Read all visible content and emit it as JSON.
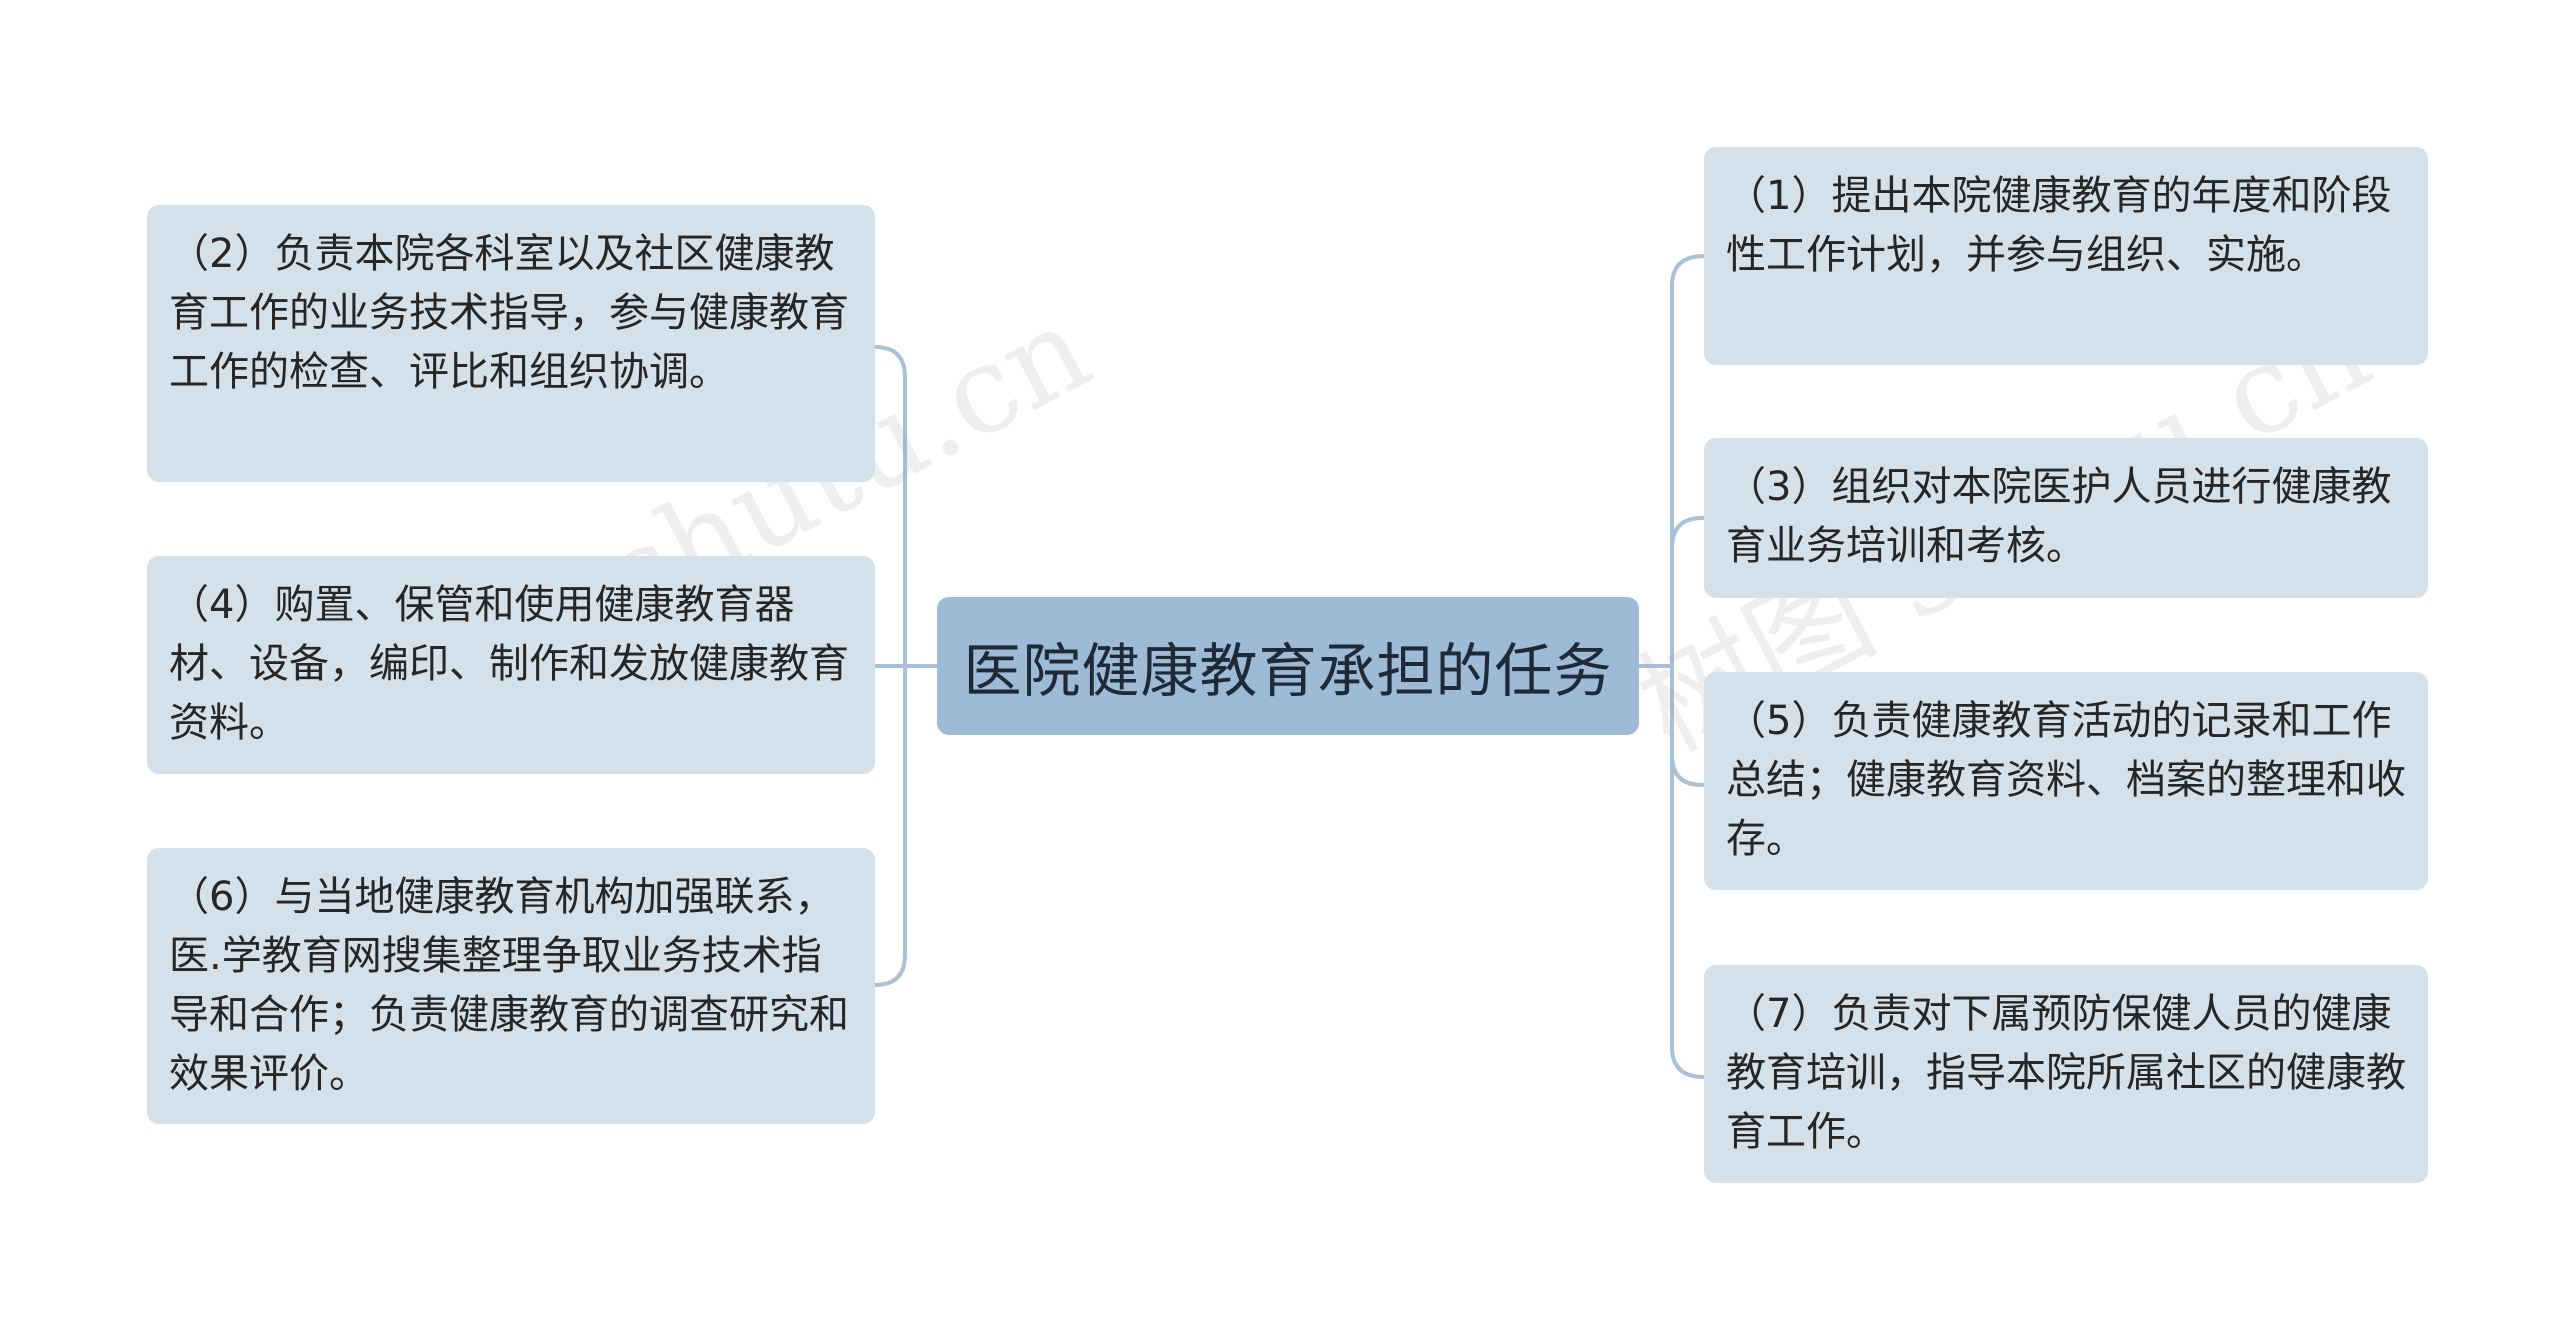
{
  "root": {
    "title": "医院健康教育承担的任务"
  },
  "left_nodes": [
    {
      "text": "（2）负责本院各科室以及社区健康教育工作的业务技术指导，参与健康教育工作的检查、评比和组织协调。"
    },
    {
      "text": "（4）购置、保管和使用健康教育器材、设备，编印、制作和发放健康教育资料。"
    },
    {
      "text": "（6）与当地健康教育机构加强联系，医.学教育网搜集整理争取业务技术指导和合作；负责健康教育的调查研究和效果评价。"
    }
  ],
  "right_nodes": [
    {
      "text": "（1）提出本院健康教育的年度和阶段性工作计划，并参与组织、实施。"
    },
    {
      "text": "（3）组织对本院医护人员进行健康教育业务培训和考核。"
    },
    {
      "text": "（5）负责健康教育活动的记录和工作总结；健康教育资料、档案的整理和收存。"
    },
    {
      "text": "（7）负责对下属预防保健人员的健康教育培训，指导本院所属社区的健康教育工作。"
    }
  ],
  "watermarks": [
    {
      "text": "树图 shutu.cn"
    },
    {
      "text": "树图 shutu.cn"
    }
  ],
  "colors": {
    "root_bg": "#9dbad7",
    "leaf_bg": "#d4e1ea",
    "connector": "#a9c1d6"
  }
}
